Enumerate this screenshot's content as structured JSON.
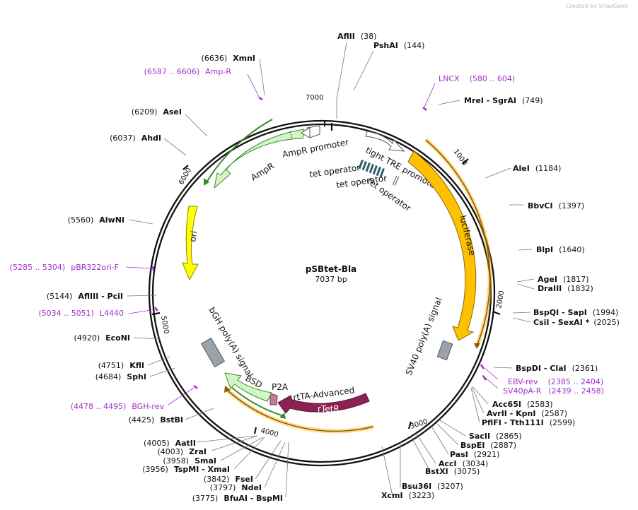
{
  "watermark": "Created by SnapGene",
  "plasmid": {
    "name": "pSBtet-Bla",
    "size_label": "7037 bp"
  },
  "colors": {
    "primer": "#a030c8",
    "ampr": "#d2f5c8",
    "promoter": "#ffffff",
    "luciferase": "#ffc000",
    "ori": "#ffff00",
    "polyA": "#9aa3ab",
    "tet_operator": "#2f5f6a",
    "rtetr": "#8b2252",
    "bsd": "#d2f5c8",
    "p2a": "#c77aa0",
    "orf_outline_green": "#3a8a2a",
    "orf_outline_orange": "#ffb000"
  },
  "ticks": [
    "1000",
    "2000",
    "3000",
    "4000",
    "5000",
    "6000",
    "7000"
  ],
  "enzymes": [
    {
      "name": "AflII",
      "pos": "(38)"
    },
    {
      "name": "PshAI",
      "pos": "(144)"
    },
    {
      "name": "MreI  -  SgrAI",
      "pos": "(749)"
    },
    {
      "name": "AleI",
      "pos": "(1184)"
    },
    {
      "name": "BbvCI",
      "pos": "(1397)"
    },
    {
      "name": "BlpI",
      "pos": "(1640)"
    },
    {
      "name": "AgeI",
      "pos": "(1817)"
    },
    {
      "name": "DraIII",
      "pos": "(1832)"
    },
    {
      "name": "BspQI  -  SapI",
      "pos": "(1994)"
    },
    {
      "name": "CsiI  -  SexAI *",
      "pos": "(2025)"
    },
    {
      "name": "BspDI  -  ClaI",
      "pos": "(2361)"
    },
    {
      "name": "Acc65I",
      "pos": "(2583)"
    },
    {
      "name": "AvrII  -  KpnI",
      "pos": "(2587)"
    },
    {
      "name": "PflFI  -  Tth111I",
      "pos": "(2599)"
    },
    {
      "name": "SacII",
      "pos": "(2865)"
    },
    {
      "name": "BspEI",
      "pos": "(2887)"
    },
    {
      "name": "PasI",
      "pos": "(2921)"
    },
    {
      "name": "AccI",
      "pos": "(3034)"
    },
    {
      "name": "BstXI",
      "pos": "(3075)"
    },
    {
      "name": "Bsu36I",
      "pos": "(3207)"
    },
    {
      "name": "XcmI",
      "pos": "(3223)"
    },
    {
      "name": "BfuAI  -  BspMI",
      "pos": "(3775)"
    },
    {
      "name": "NdeI",
      "pos": "(3797)"
    },
    {
      "name": "FseI",
      "pos": "(3842)"
    },
    {
      "name": "TspMI  -  XmaI",
      "pos": "(3956)"
    },
    {
      "name": "SmaI",
      "pos": "(3958)"
    },
    {
      "name": "ZraI",
      "pos": "(4003)"
    },
    {
      "name": "AatII",
      "pos": "(4005)"
    },
    {
      "name": "BstBI",
      "pos": "(4425)"
    },
    {
      "name": "SphI",
      "pos": "(4684)"
    },
    {
      "name": "KflI",
      "pos": "(4751)"
    },
    {
      "name": "EcoNI",
      "pos": "(4920)"
    },
    {
      "name": "AflIII  -  PciI",
      "pos": "(5144)"
    },
    {
      "name": "AlwNI",
      "pos": "(5560)"
    },
    {
      "name": "AhdI",
      "pos": "(6037)"
    },
    {
      "name": "AseI",
      "pos": "(6209)"
    },
    {
      "name": "XmnI",
      "pos": "(6636)"
    }
  ],
  "primers": [
    {
      "name": "LNCX",
      "range": "(580 .. 604)"
    },
    {
      "name": "EBV-rev",
      "range": "(2385 .. 2404)"
    },
    {
      "name": "SV40pA-R",
      "range": "(2439 .. 2458)"
    },
    {
      "name": "BGH-rev",
      "range": "(4478 .. 4495)"
    },
    {
      "name": "L4440",
      "range": "(5034 .. 5051)"
    },
    {
      "name": "pBR322ori-F",
      "range": "(5285 .. 5304)"
    },
    {
      "name": "Amp-R",
      "range": "(6587 .. 6606)"
    }
  ],
  "features": {
    "tight_tre_promoter": "tight TRE promoter",
    "luciferase": "luciferase",
    "sv40_polya": "SV40 poly(A) signal",
    "rtta_advanced": "rtTA-Advanced",
    "rtetr": "rTetR",
    "p2a": "P2A",
    "bsd": "BSD",
    "bgh_polya": "bGH poly(A) signal",
    "ori": "ori",
    "ampr": "AmpR",
    "ampr_promoter": "AmpR promoter",
    "tet_operator_1": "tet operator",
    "tet_operator_2": "tet operator",
    "tet_operator_3": "tet operator"
  }
}
